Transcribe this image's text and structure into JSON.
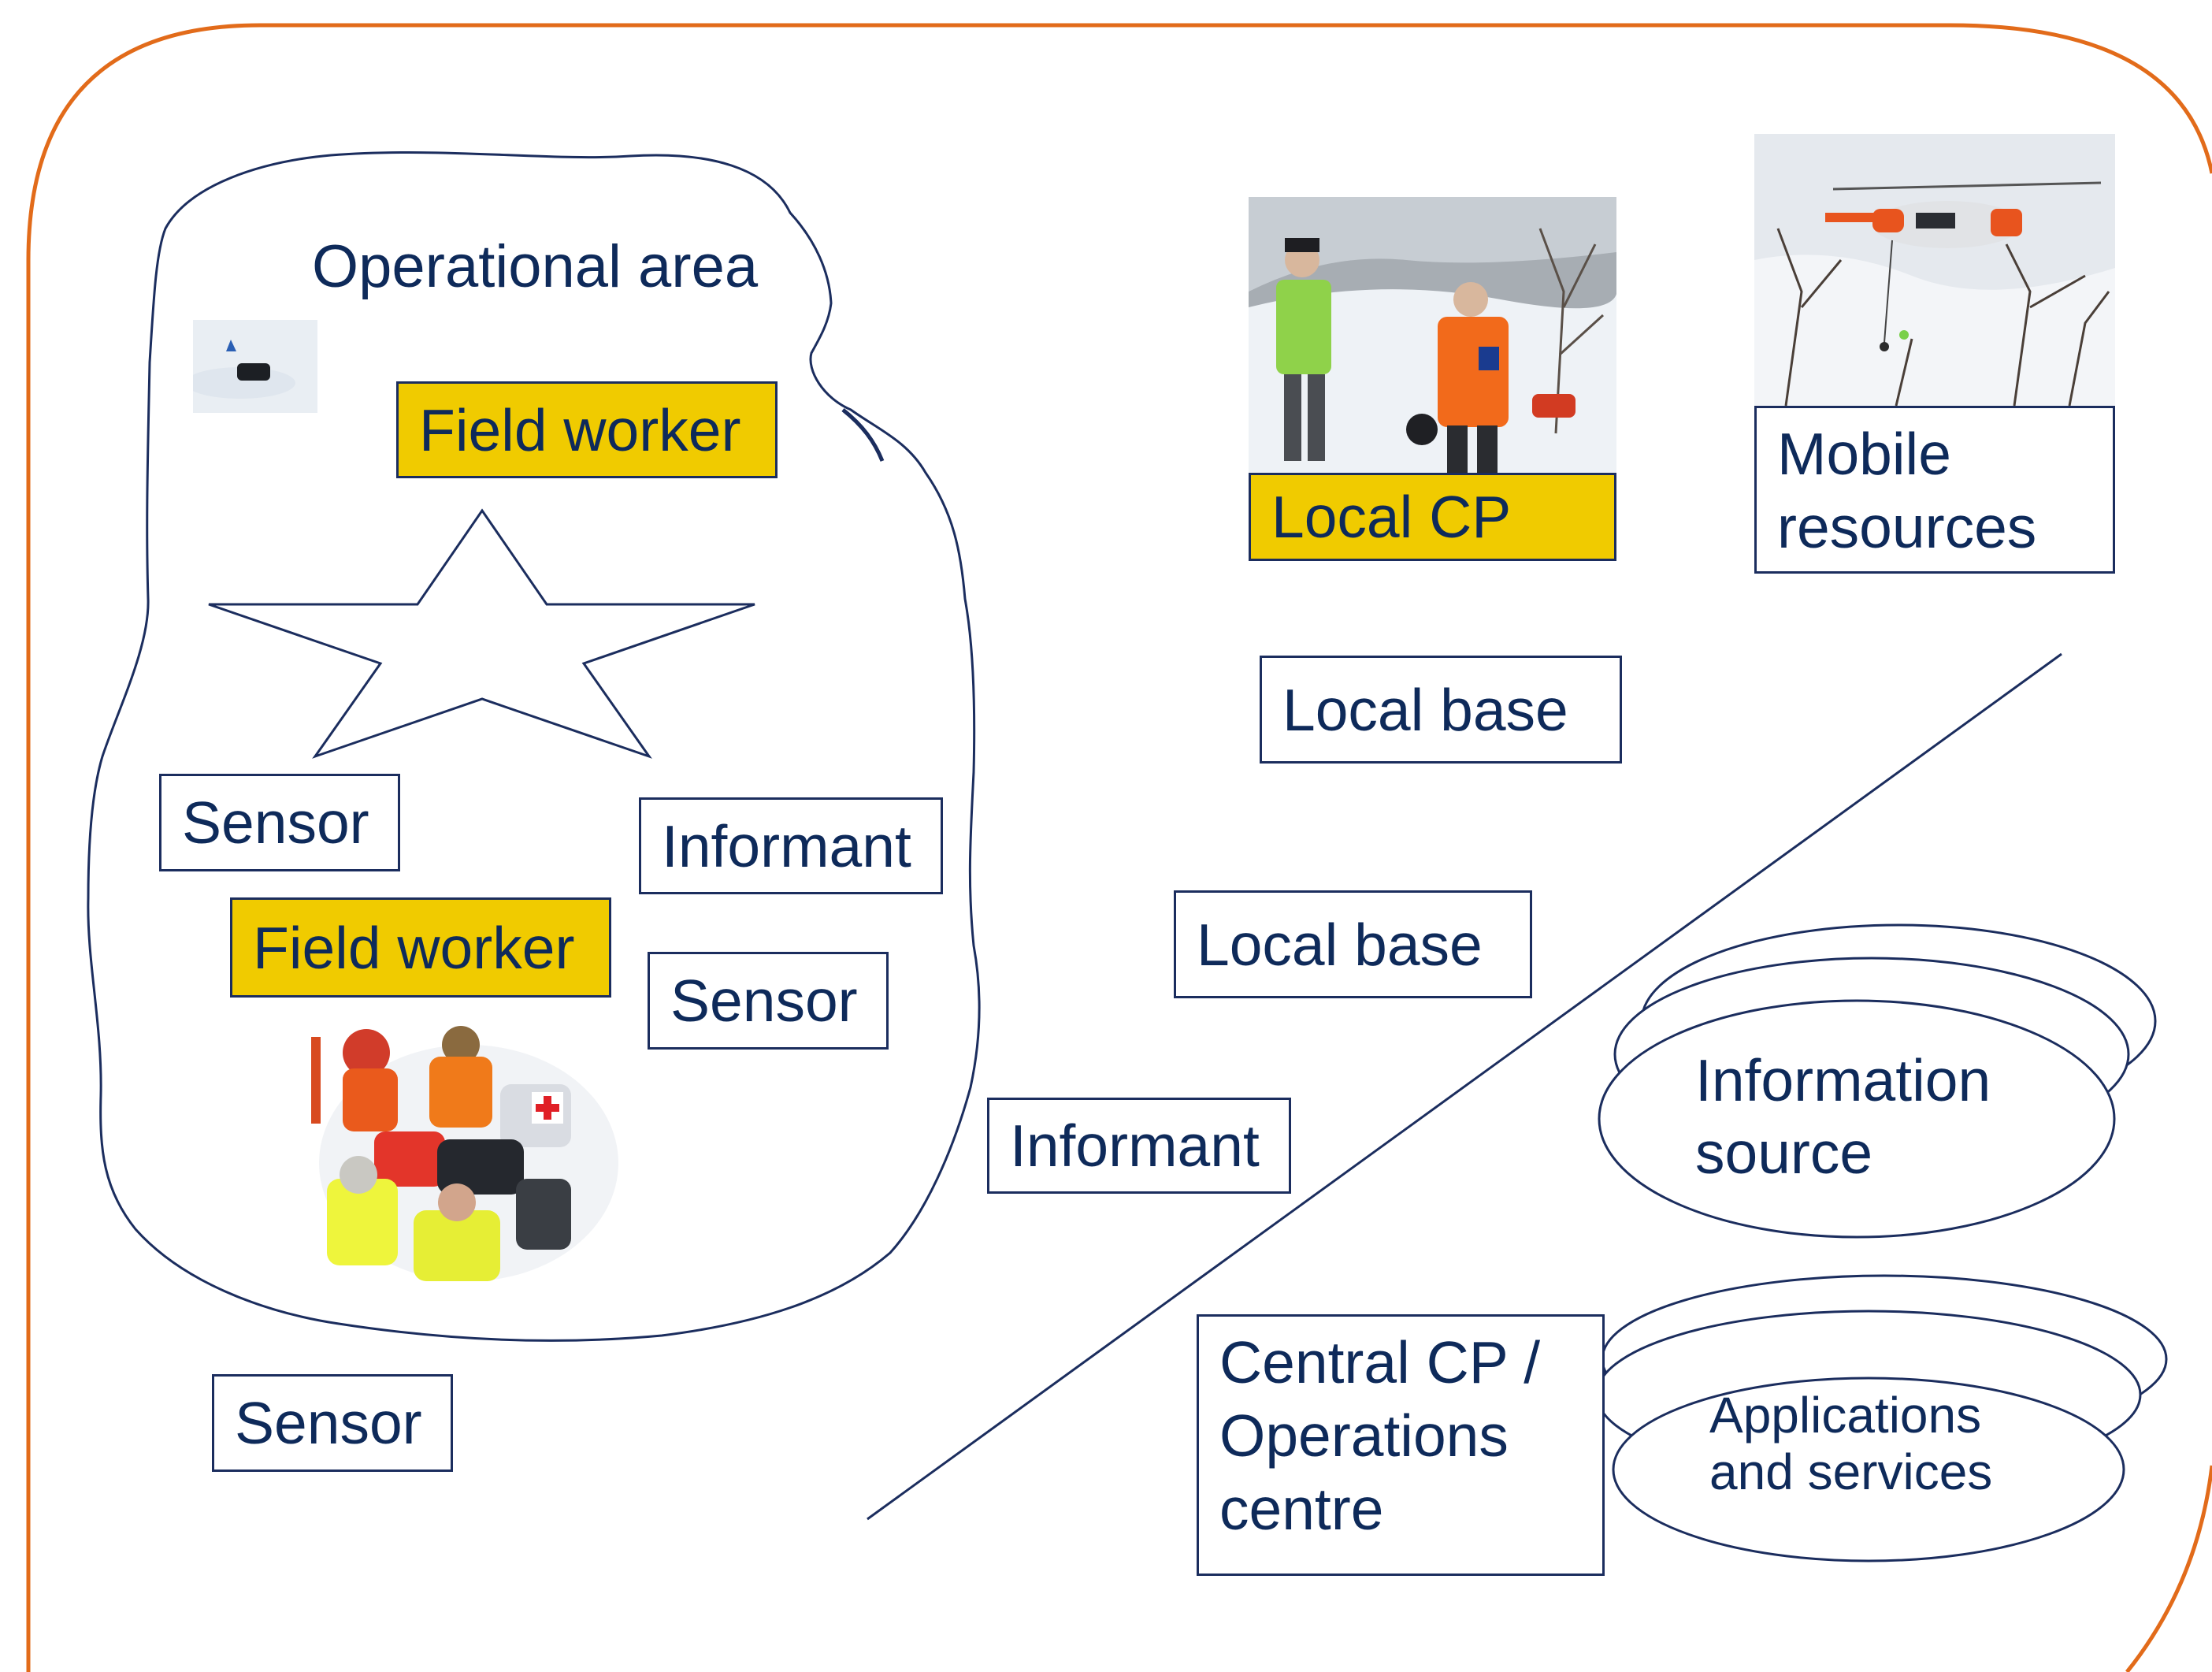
{
  "colors": {
    "frame": "#e26b1a",
    "outline": "#1b2d5e",
    "text": "#0e2a5a",
    "highlight": "#f0cb00"
  },
  "labels": {
    "operational_area": "Operational area",
    "field_worker_top": "Field worker",
    "field_worker_bottom": "Field worker",
    "sensor_left": "Sensor",
    "sensor_middle": "Sensor",
    "sensor_bottom": "Sensor",
    "informant_upper": "Informant",
    "informant_lower": "Informant",
    "local_cp": "Local CP",
    "local_base_upper": "Local base",
    "local_base_lower": "Local base",
    "mobile_resources": [
      "Mobile",
      "resources"
    ],
    "information_source": [
      "Information",
      "source"
    ],
    "central_cp": [
      "Central CP /",
      "Operations",
      "centre"
    ],
    "applications_services": [
      "Applications",
      "and services"
    ]
  },
  "icons": {
    "star": "star-shape",
    "snow_sensor_photo": "snow-sensor-photo",
    "rescue_team_photo": "rescue-team-photo",
    "local_cp_photo": "rescue-workers-photo",
    "helicopter_photo": "helicopter-photo"
  }
}
